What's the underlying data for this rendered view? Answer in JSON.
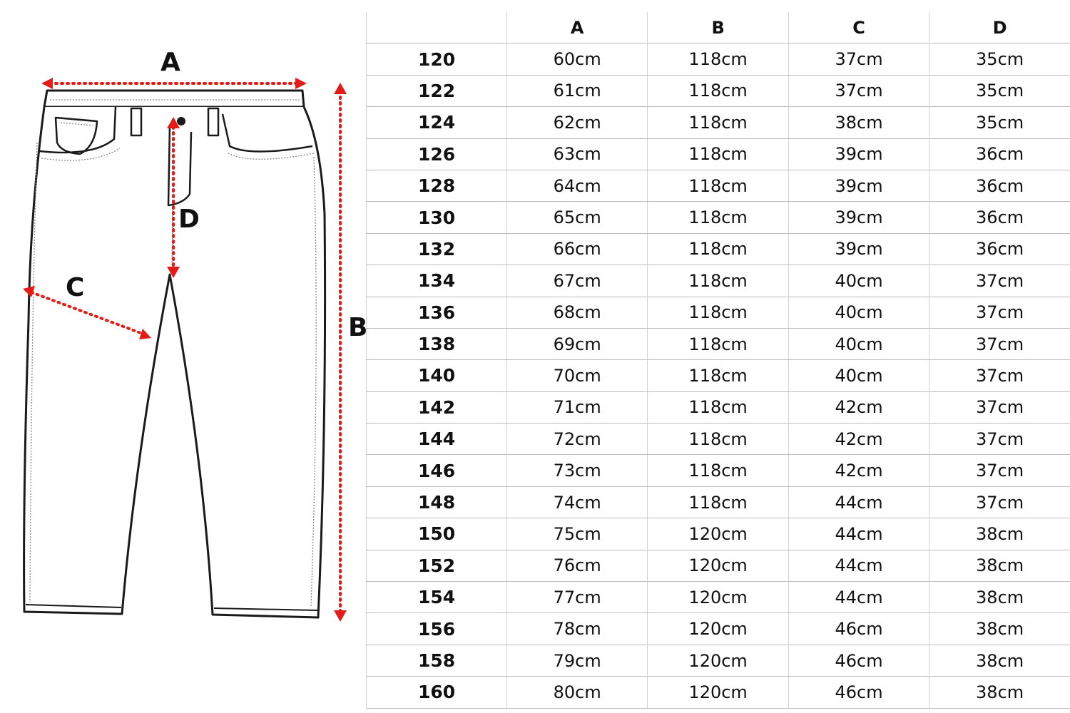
{
  "diagram": {
    "labels": {
      "A": "A",
      "B": "B",
      "C": "C",
      "D": "D"
    },
    "colors": {
      "outline": "#1a1a1a",
      "measure": "#e41b17"
    }
  },
  "table": {
    "headers": [
      "",
      "A",
      "B",
      "C",
      "D"
    ],
    "rows": [
      [
        "120",
        "60cm",
        "118cm",
        "37cm",
        "35cm"
      ],
      [
        "122",
        "61cm",
        "118cm",
        "37cm",
        "35cm"
      ],
      [
        "124",
        "62cm",
        "118cm",
        "38cm",
        "35cm"
      ],
      [
        "126",
        "63cm",
        "118cm",
        "39cm",
        "36cm"
      ],
      [
        "128",
        "64cm",
        "118cm",
        "39cm",
        "36cm"
      ],
      [
        "130",
        "65cm",
        "118cm",
        "39cm",
        "36cm"
      ],
      [
        "132",
        "66cm",
        "118cm",
        "39cm",
        "36cm"
      ],
      [
        "134",
        "67cm",
        "118cm",
        "40cm",
        "37cm"
      ],
      [
        "136",
        "68cm",
        "118cm",
        "40cm",
        "37cm"
      ],
      [
        "138",
        "69cm",
        "118cm",
        "40cm",
        "37cm"
      ],
      [
        "140",
        "70cm",
        "118cm",
        "40cm",
        "37cm"
      ],
      [
        "142",
        "71cm",
        "118cm",
        "42cm",
        "37cm"
      ],
      [
        "144",
        "72cm",
        "118cm",
        "42cm",
        "37cm"
      ],
      [
        "146",
        "73cm",
        "118cm",
        "42cm",
        "37cm"
      ],
      [
        "148",
        "74cm",
        "118cm",
        "44cm",
        "37cm"
      ],
      [
        "150",
        "75cm",
        "120cm",
        "44cm",
        "38cm"
      ],
      [
        "152",
        "76cm",
        "120cm",
        "44cm",
        "38cm"
      ],
      [
        "154",
        "77cm",
        "120cm",
        "44cm",
        "38cm"
      ],
      [
        "156",
        "78cm",
        "120cm",
        "46cm",
        "38cm"
      ],
      [
        "158",
        "79cm",
        "120cm",
        "46cm",
        "38cm"
      ],
      [
        "160",
        "80cm",
        "120cm",
        "46cm",
        "38cm"
      ]
    ]
  }
}
